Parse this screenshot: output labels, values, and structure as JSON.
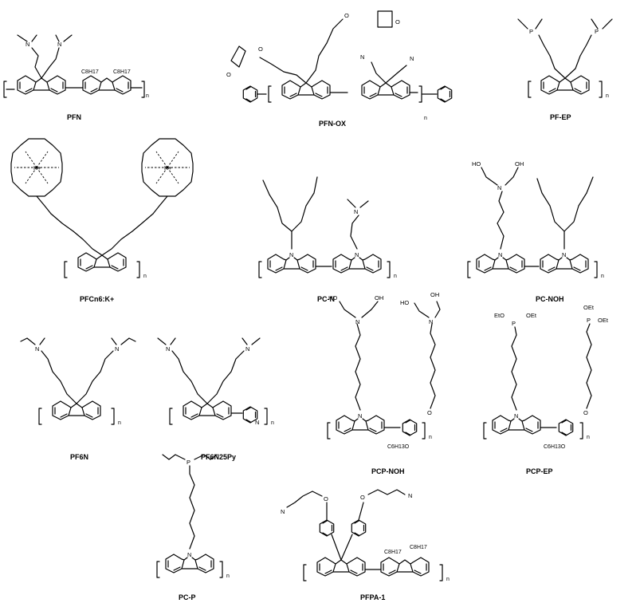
{
  "structures": [
    {
      "id": "pfn",
      "label": "PFN",
      "substituents": {
        "alkyl_1": "C8H17",
        "alkyl_2": "C8H17"
      }
    },
    {
      "id": "pfn-ox",
      "label": "PFN-OX"
    },
    {
      "id": "pf-ep",
      "label": "PF-EP"
    },
    {
      "id": "pfcn6",
      "label": "PFCn6:K+"
    },
    {
      "id": "pc-n",
      "label": "PC-N"
    },
    {
      "id": "pc-noh",
      "label": "PC-NOH"
    },
    {
      "id": "pf6n",
      "label": "PF6N"
    },
    {
      "id": "pf6n25py",
      "label": "PF6N25Py"
    },
    {
      "id": "pcp-noh",
      "label": "PCP-NOH",
      "substituents": {
        "alkoxy": "C6H13O"
      }
    },
    {
      "id": "pcp-ep",
      "label": "PCP-EP",
      "substituents": {
        "alkoxy": "C6H13O",
        "phosphonate_left": "EtO",
        "phosphonate_right": "OEt"
      }
    },
    {
      "id": "pc-p",
      "label": "PC-P"
    },
    {
      "id": "pfpa-1",
      "label": "PFPA-1",
      "substituents": {
        "alkyl_1": "C8H17",
        "alkyl_2": "C8H17"
      }
    }
  ],
  "atoms": {
    "N": "N",
    "O": "O",
    "P": "P",
    "K": "K+",
    "HO": "HO",
    "OH": "OH",
    "repeat": "n"
  }
}
